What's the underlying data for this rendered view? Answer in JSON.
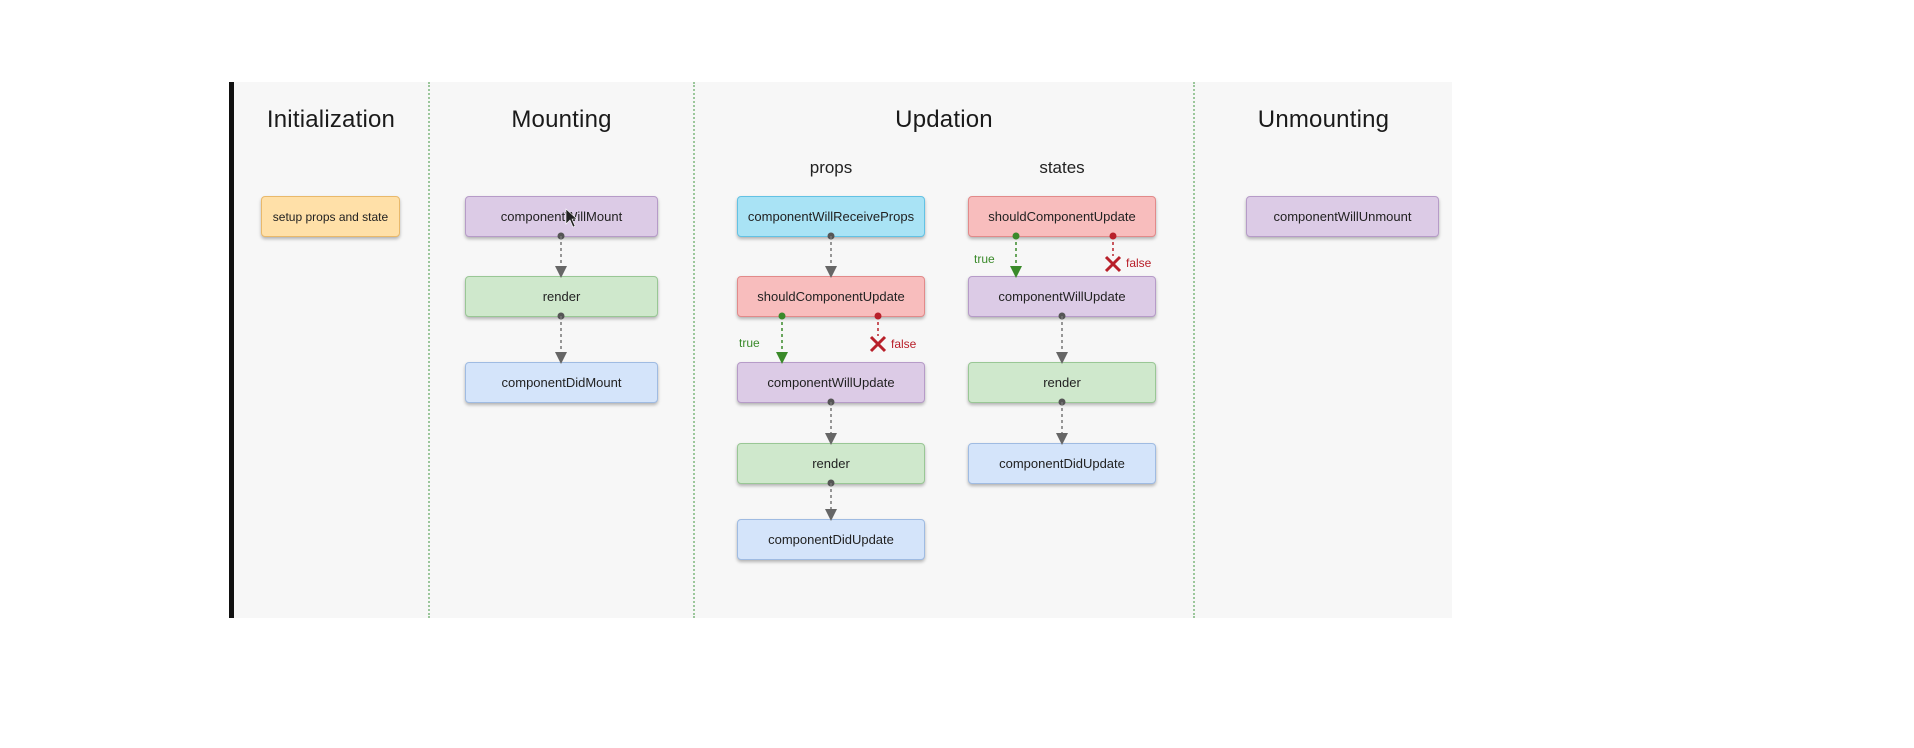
{
  "sections": {
    "initialization": {
      "title": "Initialization",
      "setup_box": "setup props and state"
    },
    "mounting": {
      "title": "Mounting",
      "will_mount": "componentWillMount",
      "render": "render",
      "did_mount": "componentDidMount"
    },
    "updation": {
      "title": "Updation",
      "props": {
        "title": "props",
        "will_receive_props": "componentWillReceiveProps",
        "should_update": "shouldComponentUpdate",
        "will_update": "componentWillUpdate",
        "render": "render",
        "did_update": "componentDidUpdate"
      },
      "states": {
        "title": "states",
        "should_update": "shouldComponentUpdate",
        "will_update": "componentWillUpdate",
        "render": "render",
        "did_update": "componentDidUpdate"
      },
      "true_label": "true",
      "false_label": "false"
    },
    "unmounting": {
      "title": "Unmounting",
      "will_unmount": "componentWillUnmount"
    }
  },
  "colors": {
    "panel_background": "#f7f7f7",
    "divider": "#9bc79b",
    "yellow": "#ffe0a8",
    "purple": "#dccbe6",
    "green": "#cfe8cc",
    "blue": "#d4e4fa",
    "cyan": "#a9e3f5",
    "red": "#f8bdbd",
    "true_color": "#3a8a2a",
    "false_color": "#b8202a"
  }
}
